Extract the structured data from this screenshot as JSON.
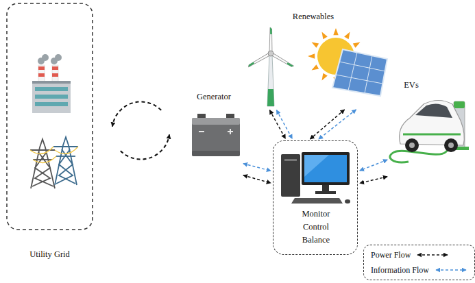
{
  "diagram": {
    "nodes": [
      {
        "text": [
          "Utility Grid"
        ]
      },
      {
        "text": [
          "Generator"
        ]
      },
      {
        "text": [
          "Renewables"
        ]
      },
      {
        "text": [
          "EVs"
        ]
      },
      {
        "text": [
          "Monitor Control Balance"
        ]
      }
    ],
    "edges": [
      {
        "from": 0,
        "to": 1,
        "arrow": "both"
      },
      {
        "from": 2,
        "to": 4,
        "arrow": "both"
      },
      {
        "from": 2,
        "to": 4,
        "arrow": "both"
      },
      {
        "from": 2,
        "to": 4,
        "arrow": "both"
      },
      {
        "from": 2,
        "to": 4,
        "arrow": "both"
      },
      {
        "from": 1,
        "to": 4,
        "arrow": "both"
      },
      {
        "from": 1,
        "to": 4,
        "arrow": "both"
      },
      {
        "from": 3,
        "to": 4,
        "arrow": "both"
      },
      {
        "from": 3,
        "to": 4,
        "arrow": "both"
      }
    ],
    "legend": [
      {
        "text": "Power Flow"
      },
      {
        "text": "Information Flow"
      }
    ]
  }
}
